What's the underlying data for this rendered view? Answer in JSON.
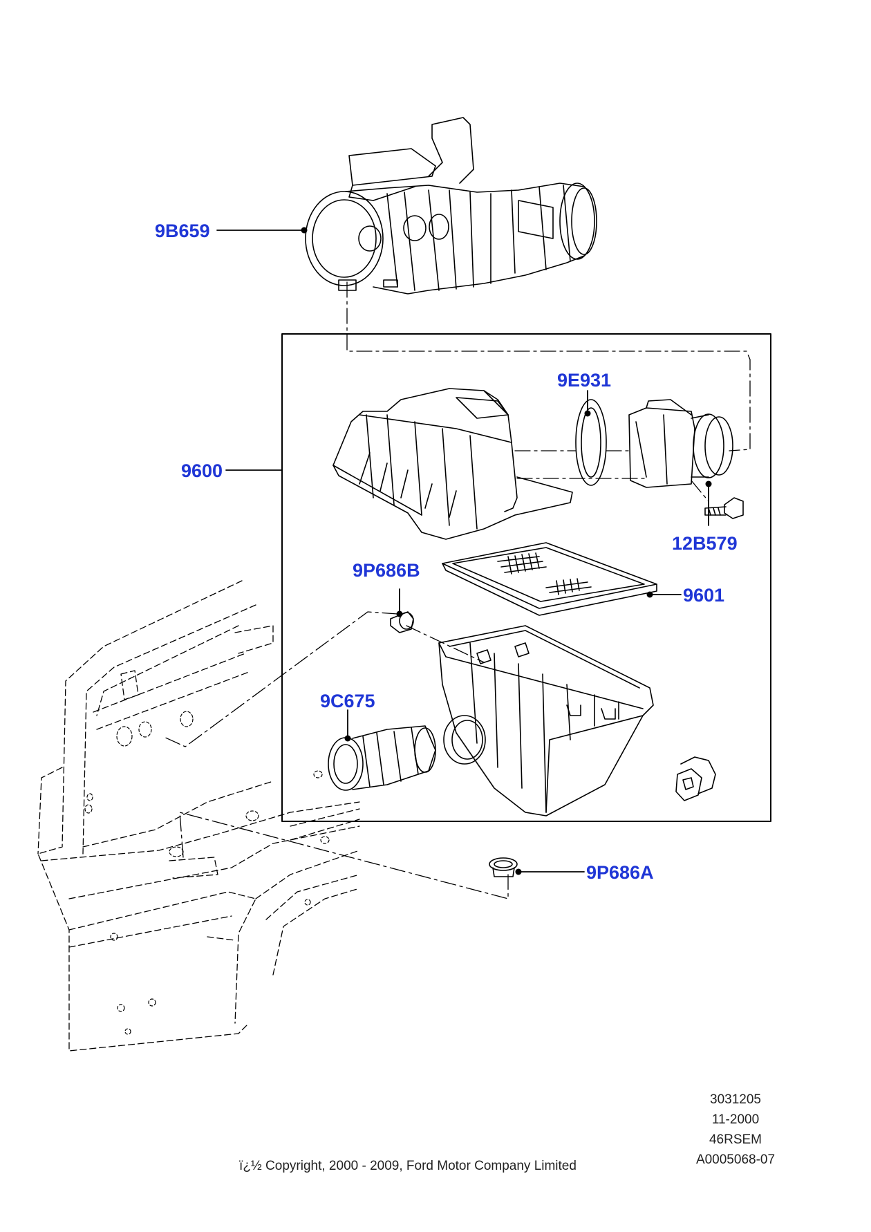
{
  "colors": {
    "callout": "#1f36d6",
    "line": "#000000",
    "background": "#ffffff"
  },
  "callouts": {
    "c9B659": "9B659",
    "c9E931": "9E931",
    "c9600": "9600",
    "c12B579": "12B579",
    "c9P686B": "9P686B",
    "c9601": "9601",
    "c9C675": "9C675",
    "c9P686A": "9P686A"
  },
  "meta": {
    "line1": "3031205",
    "line2": "11-2000",
    "line3": "46RSEM",
    "line4": "A0005068-07"
  },
  "copyright": "ï¿½ Copyright, 2000 - 2009, Ford Motor Company Limited"
}
